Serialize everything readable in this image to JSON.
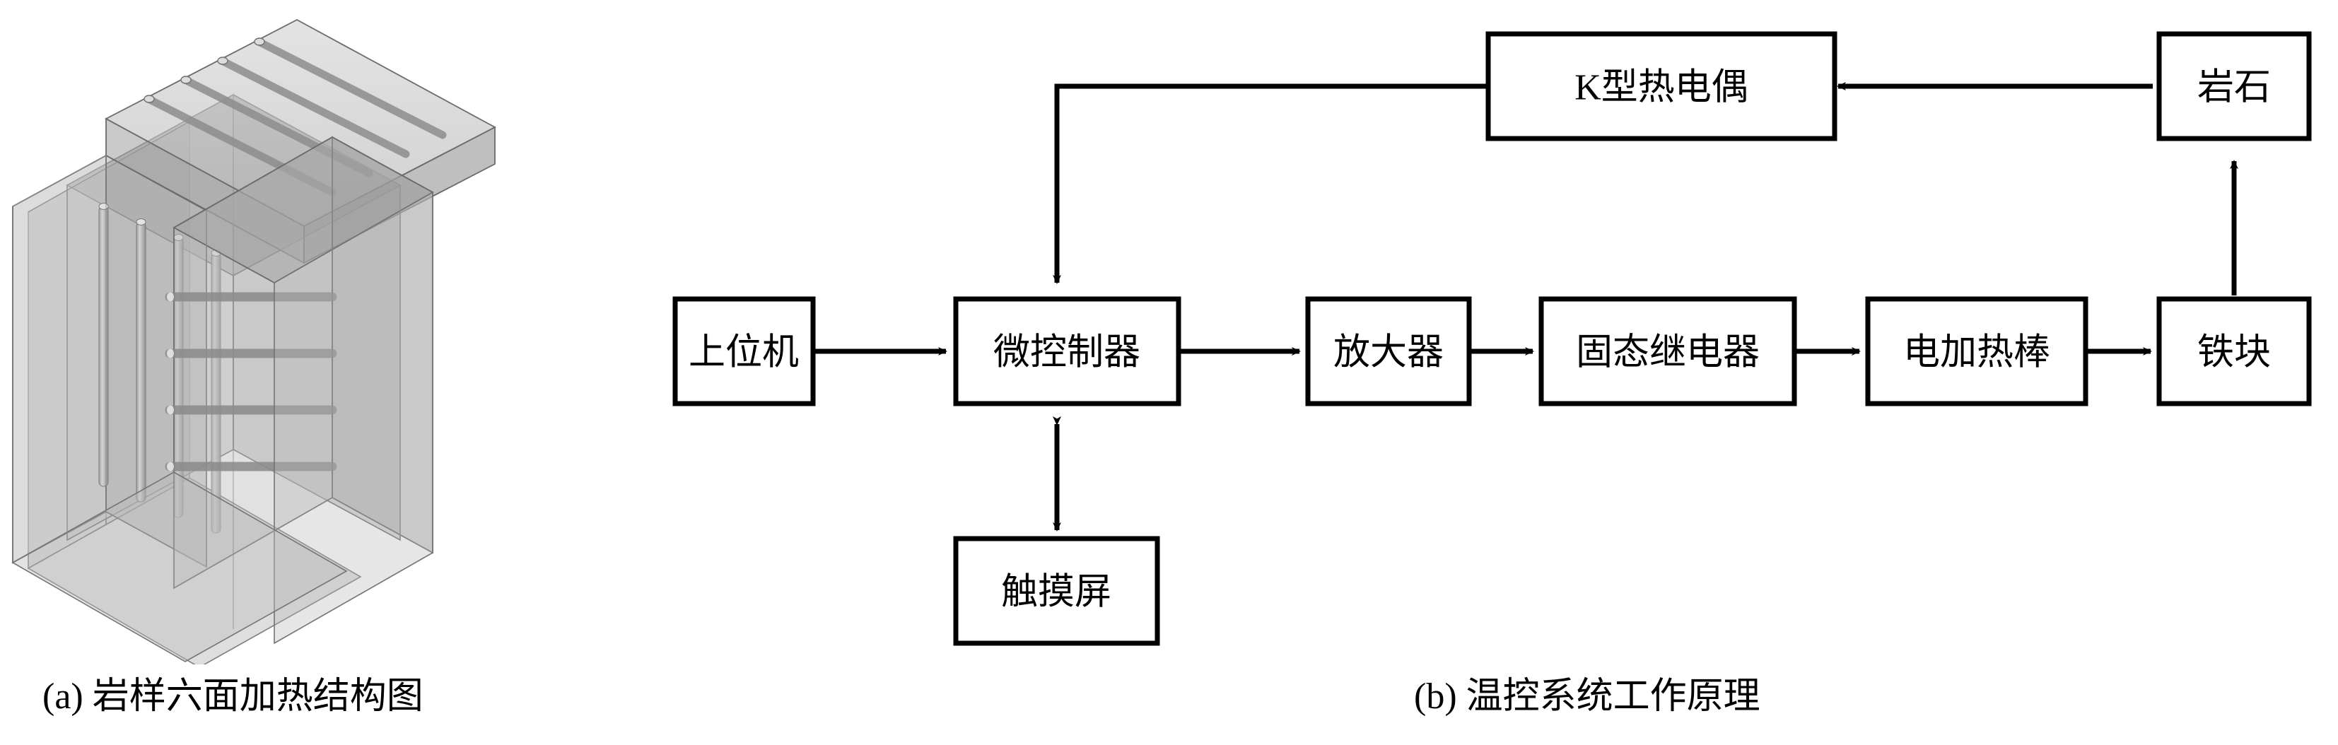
{
  "figure": {
    "panels": [
      {
        "id": "a",
        "caption": "(a) 岩样六面加热结构图",
        "type": "3d-render",
        "subject": "rock-sample-six-face-heating-assembly",
        "description": "半透明灰色六面加热板与圆柱形加热棒围绕立方体岩样"
      },
      {
        "id": "b",
        "caption": "(b) 温控系统工作原理",
        "type": "block-diagram"
      }
    ]
  },
  "diagram": {
    "nodes": {
      "host_computer": {
        "label": "上位机"
      },
      "microcontroller": {
        "label": "微控制器"
      },
      "amplifier": {
        "label": "放大器"
      },
      "solid_state_relay": {
        "label": "固态继电器"
      },
      "electric_heating_rod": {
        "label": "电加热棒"
      },
      "iron_block": {
        "label": "铁块"
      },
      "rock": {
        "label": "岩石"
      },
      "k_type_thermocouple": {
        "label": "K型热电偶"
      },
      "touch_screen": {
        "label": "触摸屏"
      }
    },
    "edges": [
      {
        "from": "host_computer",
        "to": "microcontroller",
        "direction": "bidirectional"
      },
      {
        "from": "microcontroller",
        "to": "amplifier",
        "direction": "forward"
      },
      {
        "from": "amplifier",
        "to": "solid_state_relay",
        "direction": "forward"
      },
      {
        "from": "solid_state_relay",
        "to": "electric_heating_rod",
        "direction": "forward"
      },
      {
        "from": "electric_heating_rod",
        "to": "iron_block",
        "direction": "forward"
      },
      {
        "from": "iron_block",
        "to": "rock",
        "direction": "forward"
      },
      {
        "from": "rock",
        "to": "k_type_thermocouple",
        "direction": "forward"
      },
      {
        "from": "k_type_thermocouple",
        "to": "microcontroller",
        "direction": "forward"
      },
      {
        "from": "microcontroller",
        "to": "touch_screen",
        "direction": "bidirectional"
      }
    ]
  },
  "style": {
    "stroke": "#000000",
    "box_fill": "#ffffff",
    "background": "#ffffff",
    "render_gray_light": "#c9c9c9",
    "render_gray_mid": "#a8a8a8",
    "render_gray_dark": "#8a8a8a"
  }
}
